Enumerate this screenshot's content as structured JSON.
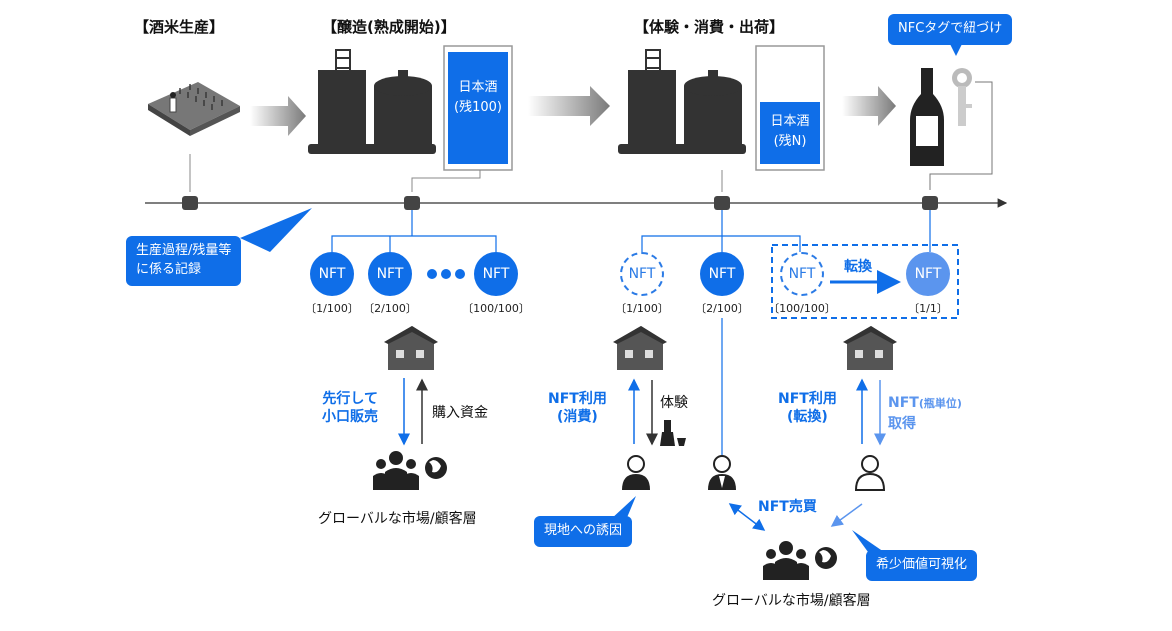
{
  "stages": {
    "rice": "【酒米生産】",
    "brewing": "【醸造(熟成開始)】",
    "experience": "【体験・消費・出荷】"
  },
  "tanks": {
    "left_name": "日本酒",
    "left_remaining": "(残100)",
    "right_name": "日本酒",
    "right_remaining": "(残N)"
  },
  "callouts": {
    "nfc_tag": "NFCタグで紐づけ",
    "record": "生産過程/残量等\nに係る記録",
    "local": "現地への誘因",
    "rarity": "希少価値可視化"
  },
  "nft": {
    "label": "NFT",
    "frac_1_100": "〔1/100〕",
    "frac_2_100": "〔2/100〕",
    "frac_100_100": "〔100/100〕",
    "frac_1_100_b": "〔1/100〕",
    "frac_2_100_b": "〔2/100〕",
    "frac_100_100_b": "〔100/100〕",
    "frac_1_1": "〔1/1〕",
    "convert": "転換"
  },
  "flows": {
    "advance_sale": "先行して\n小口販売",
    "purchase_funds": "購入資金",
    "nft_use_consume": "NFT利用\n(消費)",
    "experience": "体験",
    "nft_use_convert": "NFT利用\n(転換)",
    "nft_bottle_main": "NFT",
    "nft_bottle_sub": "(瓶単位)",
    "nft_bottle_acquire": "取得",
    "nft_trade": "NFT売買"
  },
  "markets": {
    "left": "グローバルな市場/顧客層",
    "bottom": "グローバルな市場/顧客層"
  },
  "colors": {
    "accent": "#0f6ee8",
    "light_accent": "#5b95ee",
    "dark": "#333333"
  }
}
